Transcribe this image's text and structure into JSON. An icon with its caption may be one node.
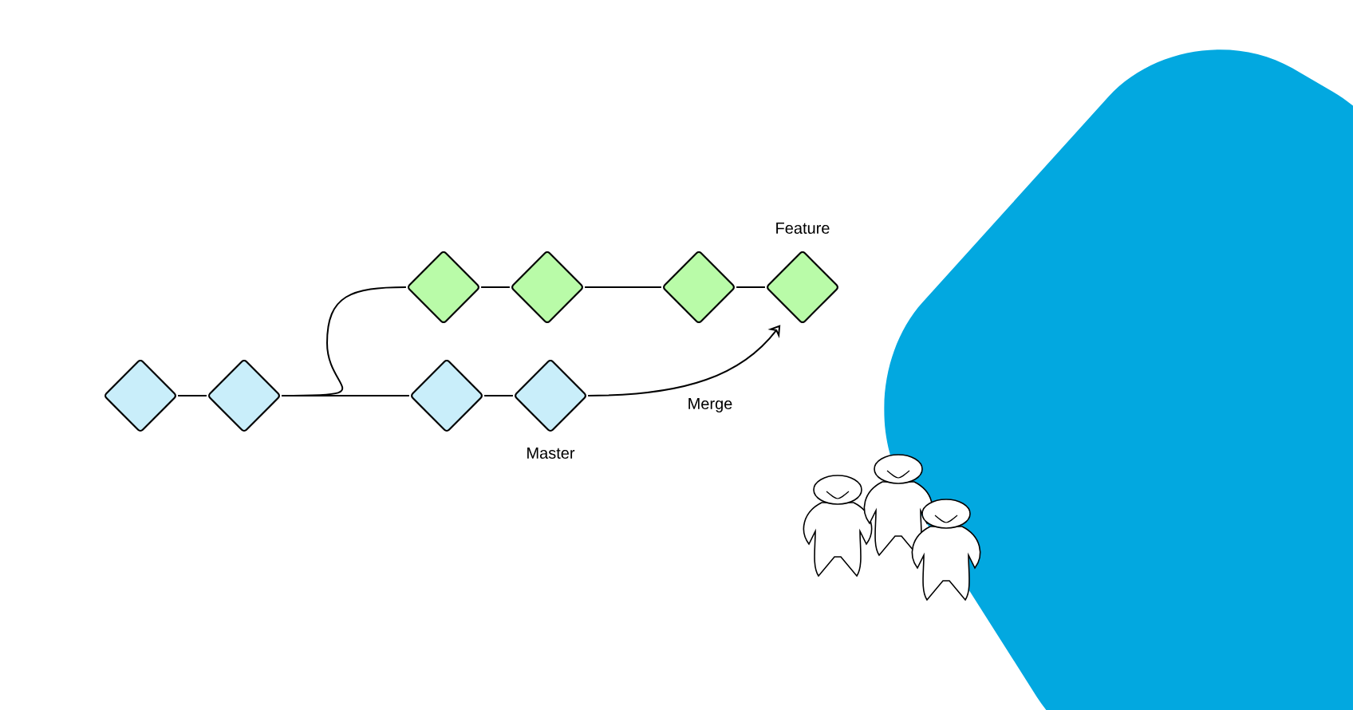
{
  "diagram": {
    "nodes": [
      {
        "text": [],
        "shape": "diamond"
      },
      {
        "text": [],
        "shape": "diamond"
      },
      {
        "text": [],
        "shape": "diamond"
      },
      {
        "text": [],
        "shape": "diamond",
        "beside": [
          "Feature"
        ]
      },
      {
        "text": [],
        "shape": "diamond"
      },
      {
        "text": [],
        "shape": "diamond"
      },
      {
        "text": [],
        "shape": "diamond"
      },
      {
        "text": [],
        "shape": "diamond",
        "beside": [
          "Master"
        ]
      }
    ],
    "edges": [
      {
        "from": 4,
        "to": 5,
        "arrow": "none"
      },
      {
        "from": 5,
        "to": 6,
        "arrow": "none"
      },
      {
        "from": 6,
        "to": 7,
        "arrow": "none"
      },
      {
        "from": 5,
        "to": 0,
        "arrow": "none"
      },
      {
        "from": 0,
        "to": 1,
        "arrow": "none"
      },
      {
        "from": 1,
        "to": 2,
        "arrow": "none"
      },
      {
        "from": 2,
        "to": 3,
        "arrow": "none"
      },
      {
        "from": 7,
        "to": 3,
        "arrow": "to",
        "label": "Merge"
      }
    ]
  }
}
